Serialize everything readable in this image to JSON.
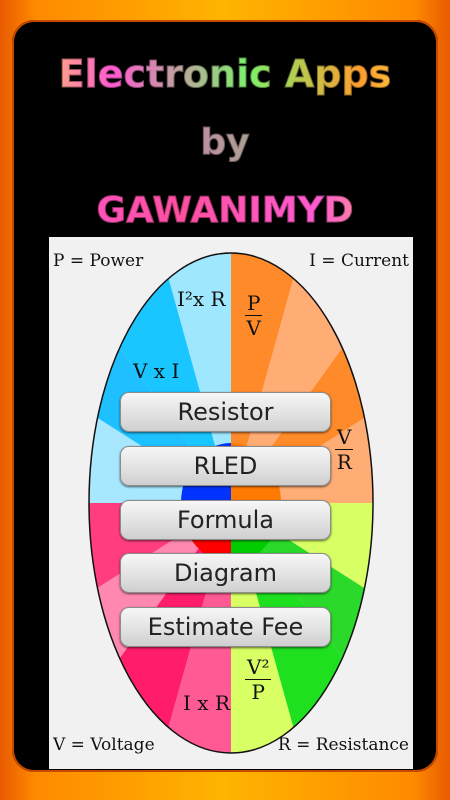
{
  "header": {
    "title": "Electronic Apps",
    "by": "by",
    "author": "GAWANIMYD"
  },
  "wheel": {
    "corners": {
      "top_left": "P = Power",
      "top_right": "I = Current",
      "bottom_left": "V = Voltage",
      "bottom_right": "R = Resistance"
    },
    "segments": {
      "i2xr": "I²x R",
      "vxi": "V x I",
      "ixr": "I x R",
      "v2p": "V²/P",
      "pv": "P/V",
      "vr": "V/R"
    },
    "colors": {
      "power": "#19c6ff",
      "current": "#ff8a2a",
      "voltage": "#ff3d7f",
      "resistance": "#8ef23a"
    }
  },
  "menu": {
    "resistor": "Resistor",
    "rled": "RLED",
    "formula": "Formula",
    "diagram": "Diagram",
    "estimate_fee": "Estimate Fee"
  }
}
